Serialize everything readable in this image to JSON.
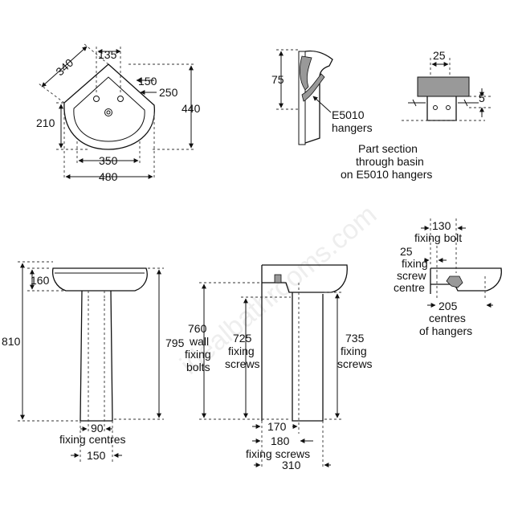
{
  "watermark": "idealbathrooms.com",
  "top_plan": {
    "d340": "340",
    "d135": "135",
    "d150": "150",
    "d250": "250",
    "d440": "440",
    "d210": "210",
    "d350": "350",
    "d480": "480"
  },
  "section": {
    "d75": "75",
    "hanger_line1": "E5010",
    "hanger_line2": "hangers",
    "caption_line1": "Part section",
    "caption_line2": "through basin",
    "caption_line3": "on E5010 hangers"
  },
  "hanger_detail": {
    "d25": "25",
    "d5": "5"
  },
  "front": {
    "d160": "160",
    "d810": "810",
    "d795": "795",
    "d90": "90",
    "fixing_centres": "fixing centres",
    "d150": "150"
  },
  "side": {
    "d760": "760",
    "wall": "wall",
    "fixing": "fixing",
    "bolts": "bolts",
    "d725": "725",
    "fixing2": "fixing",
    "screws": "screws",
    "d735": "735",
    "fixing3": "fixing",
    "screws2": "screws",
    "d170": "170",
    "d180": "180",
    "fixing_screws": "fixing screws",
    "d310": "310"
  },
  "rear_detail": {
    "d130": "130",
    "fixing_bolt": "fixing bolt",
    "d25": "25",
    "fixing": "fixing",
    "screw": "screw",
    "centre": "centre",
    "d205": "205",
    "centres": "centres",
    "of_hangers": "of hangers"
  },
  "colors": {
    "ink": "#111111",
    "fill": "#999999",
    "watermark": "#eeeeee"
  }
}
